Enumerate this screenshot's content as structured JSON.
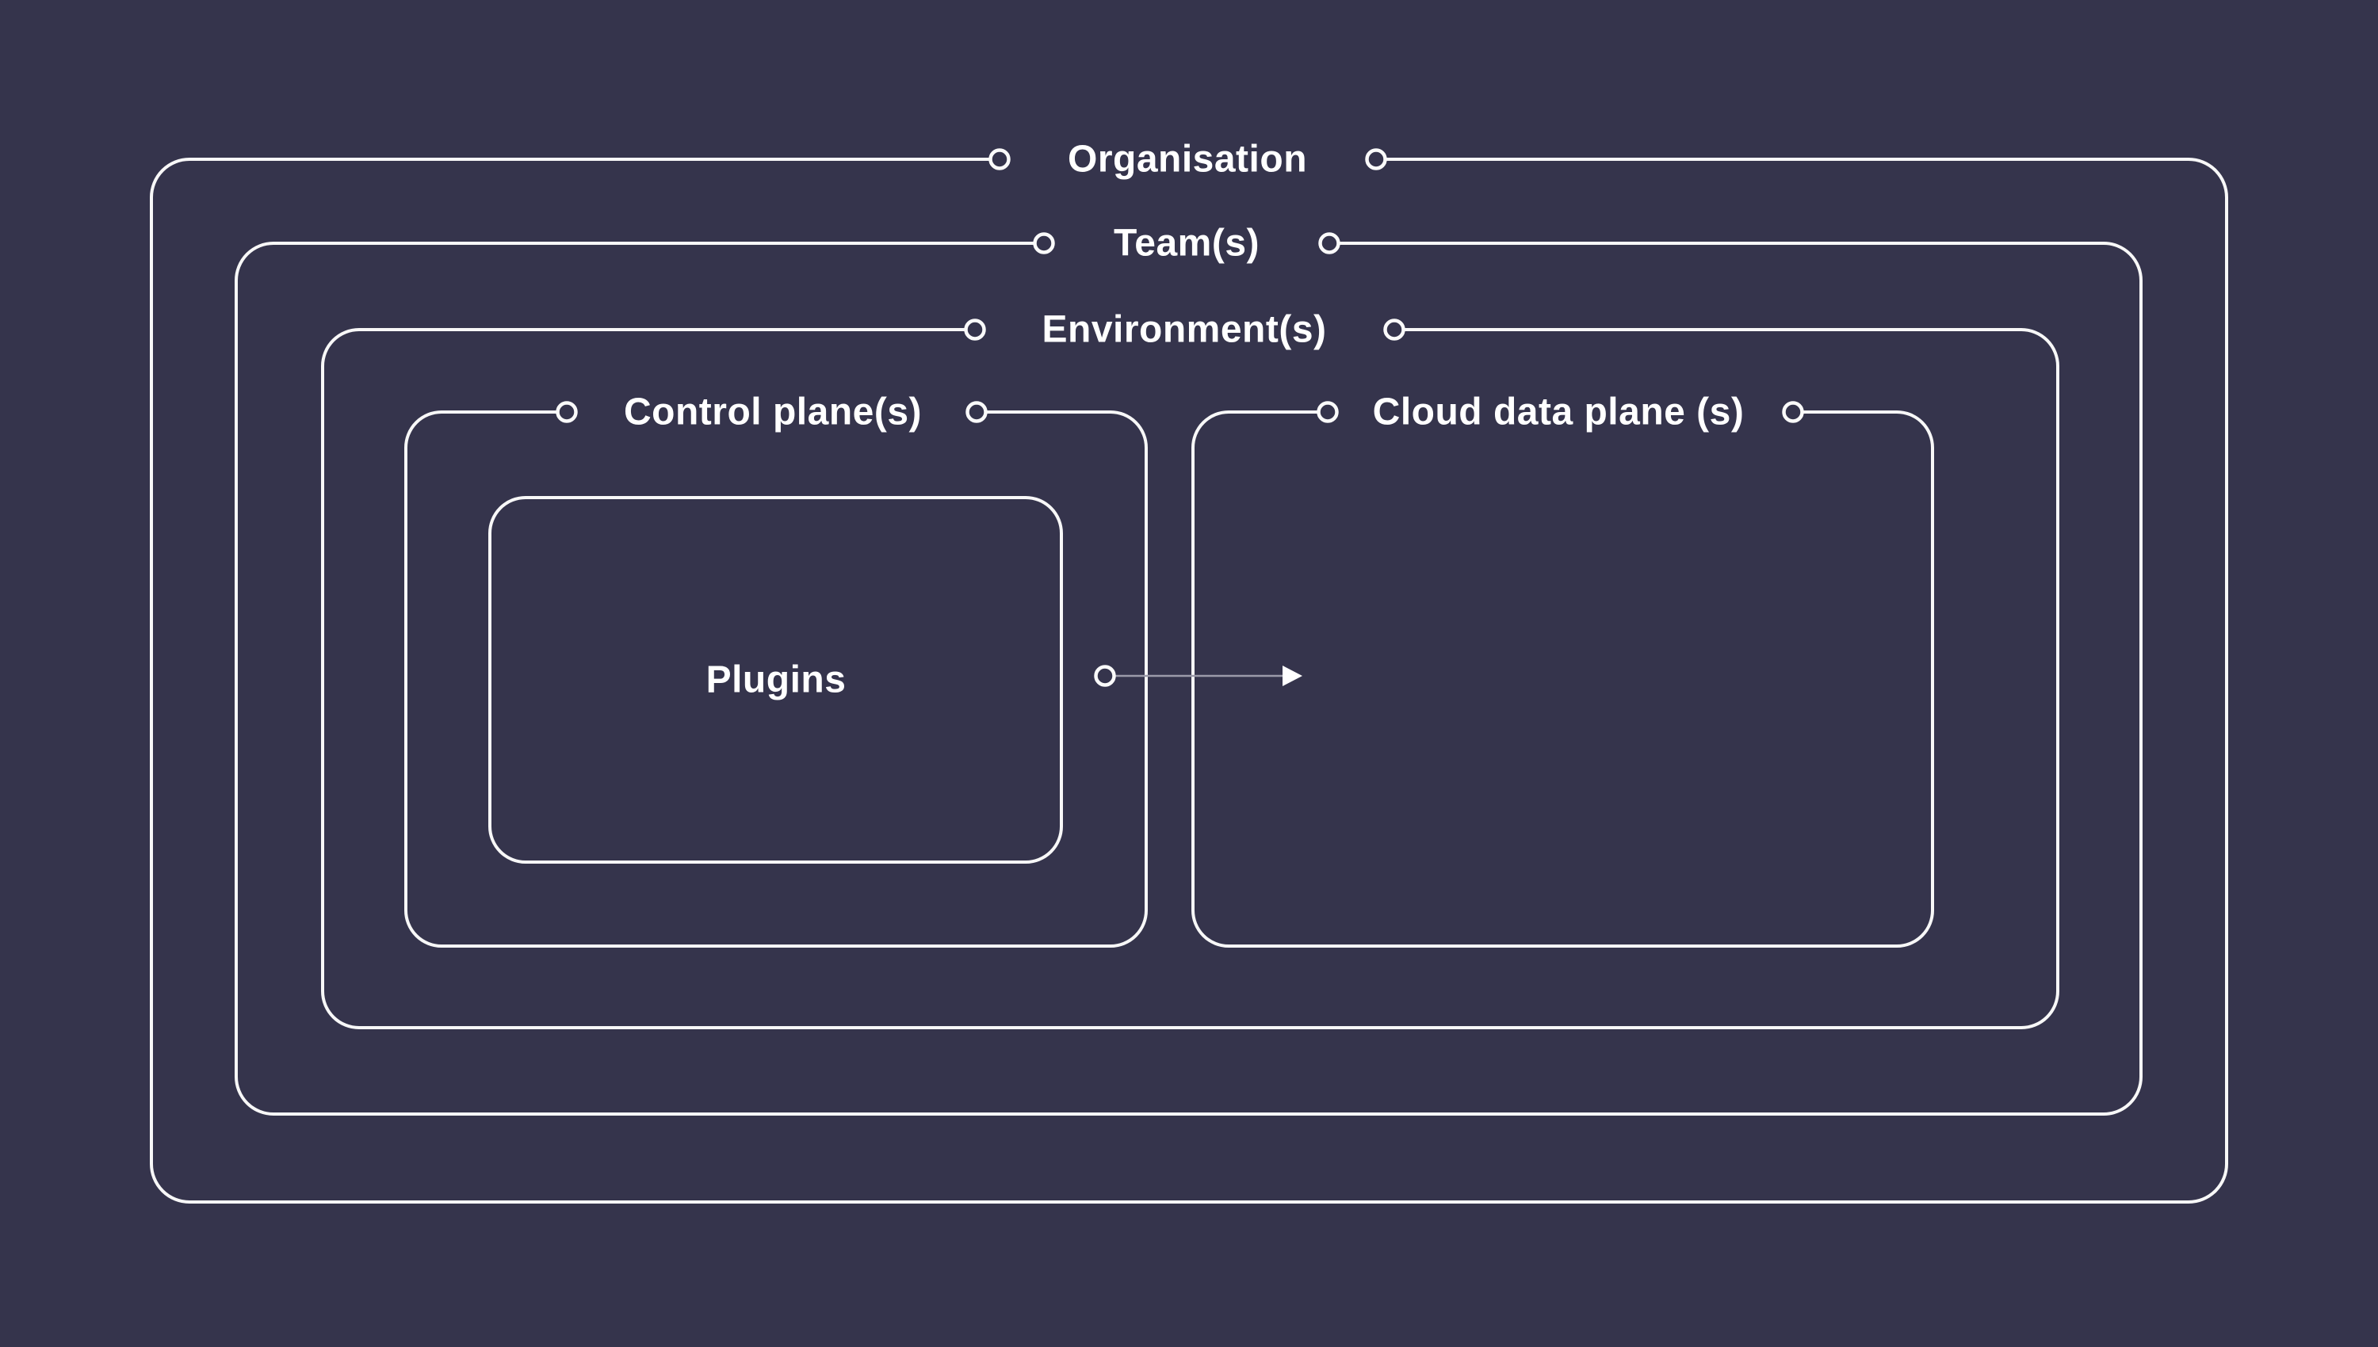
{
  "diagram": {
    "layers": [
      {
        "id": "organisation",
        "label": "Organisation"
      },
      {
        "id": "teams",
        "label": "Team(s)"
      },
      {
        "id": "environments",
        "label": "Environment(s)"
      }
    ],
    "planes": [
      {
        "id": "control-plane",
        "label": "Control plane(s)"
      },
      {
        "id": "cloud-data-plane",
        "label": "Cloud data plane (s)"
      }
    ],
    "plugins": {
      "label": "Plugins"
    },
    "arrow": {
      "from": "plugins",
      "to": "cloud-data-plane"
    }
  },
  "colors": {
    "background": "#35344c",
    "line": "#f8f8f8",
    "text": "#ffffff",
    "arrow_line": "#9b9aa9",
    "arrow_head": "#ffffff"
  }
}
